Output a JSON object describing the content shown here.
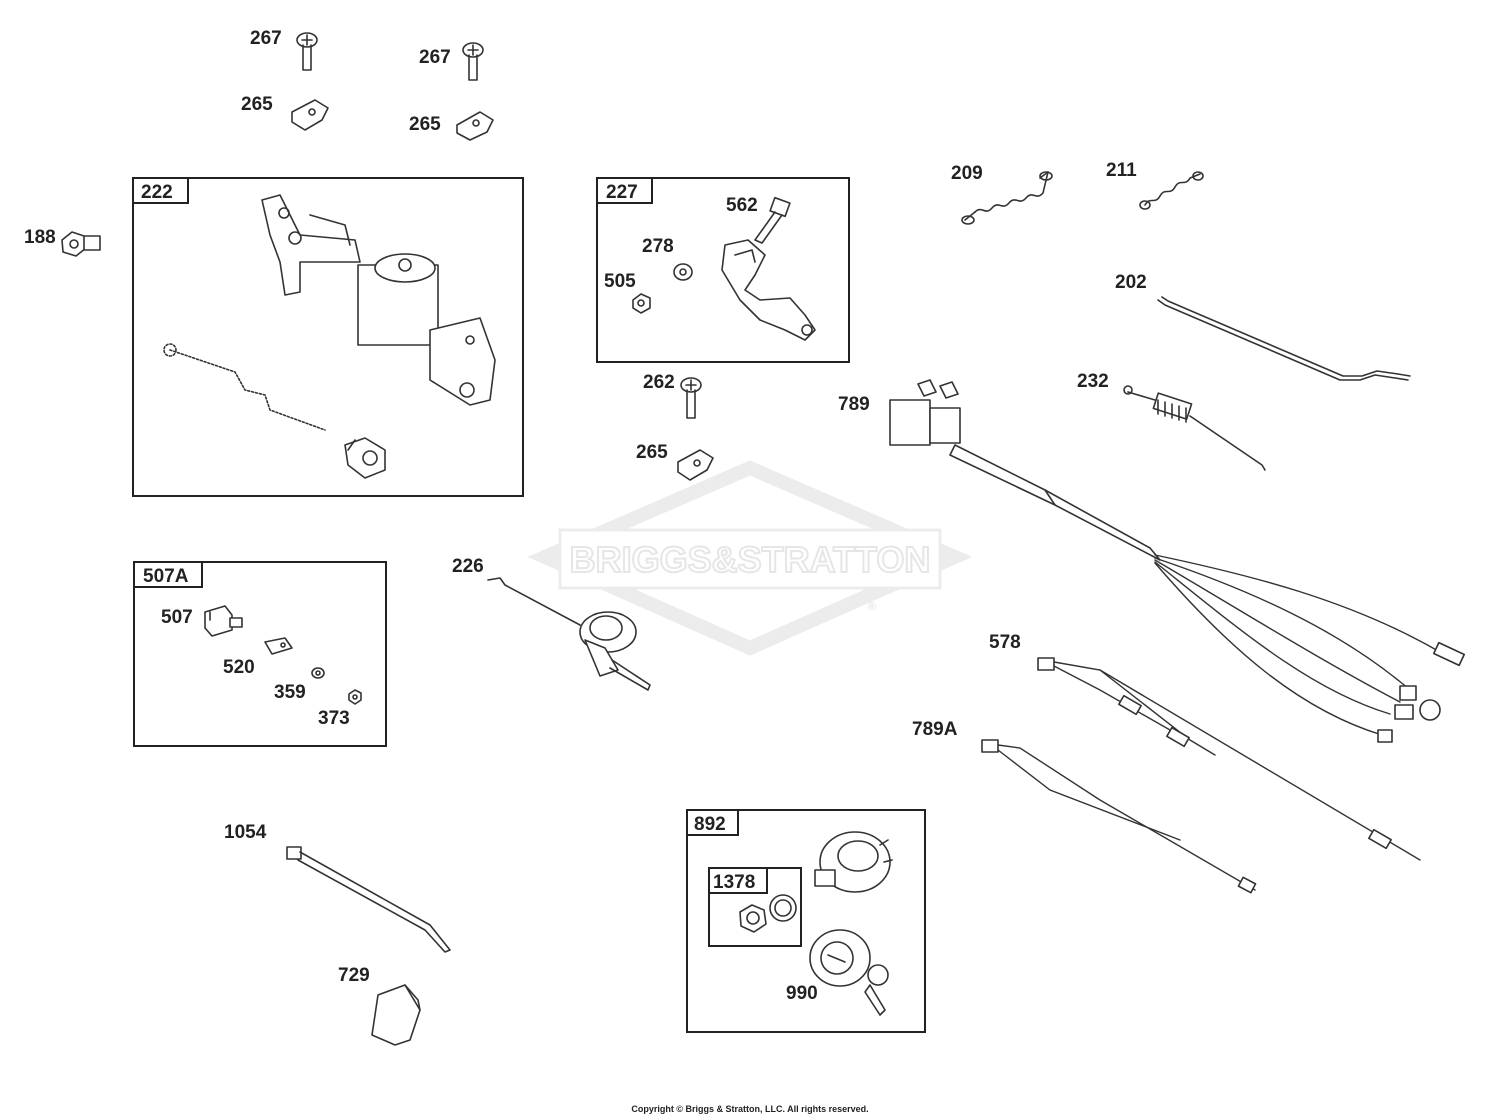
{
  "watermark": {
    "brand": "BRIGGS&STRATTON",
    "mark": "®"
  },
  "copyright": "Copyright © Briggs & Stratton, LLC. All rights reserved.",
  "boxes": [
    {
      "id": "222",
      "label": "222"
    },
    {
      "id": "227",
      "label": "227"
    },
    {
      "id": "507A",
      "label": "507A"
    },
    {
      "id": "892",
      "label": "892"
    },
    {
      "id": "1378",
      "label": "1378"
    }
  ],
  "callouts": [
    "267",
    "267",
    "265",
    "265",
    "188",
    "562",
    "278",
    "505",
    "262",
    "265",
    "209",
    "211",
    "202",
    "232",
    "789",
    "507",
    "520",
    "359",
    "373",
    "226",
    "578",
    "789A",
    "1054",
    "729",
    "990"
  ]
}
